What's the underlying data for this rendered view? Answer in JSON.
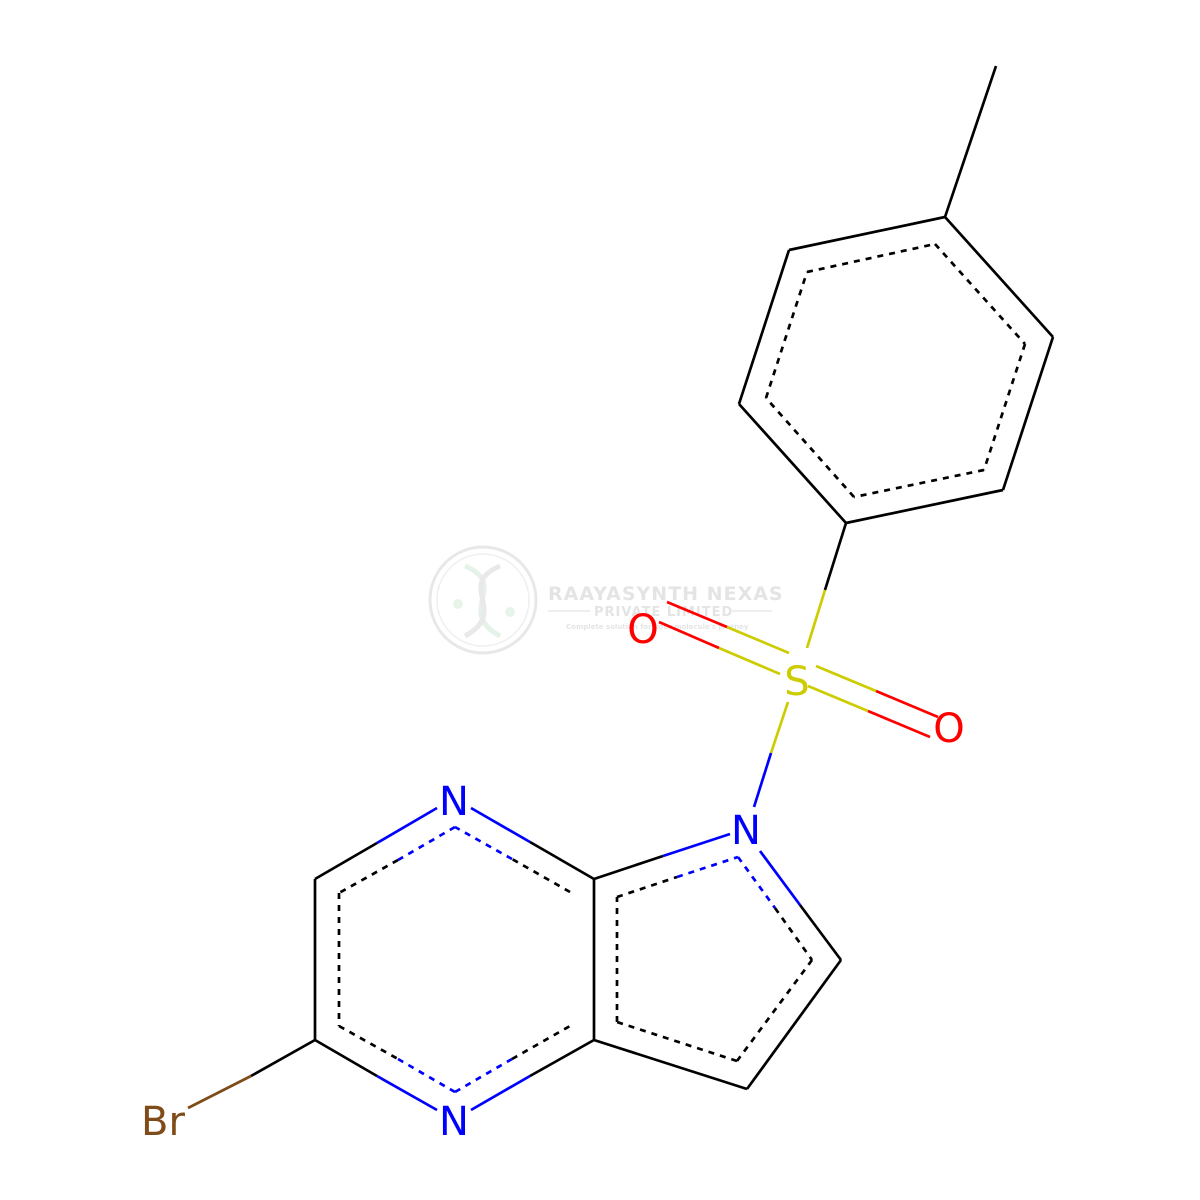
{
  "molecule": {
    "atoms": {
      "N4": "N",
      "N1": "N",
      "N5": "N",
      "S": "S",
      "O1": "O",
      "O2": "O",
      "Br": "Br"
    }
  },
  "watermark": {
    "company": "RAAYASYNTH NEXAS",
    "subtitle": "PRIVATE LIMITED",
    "tagline": "Complete solution for your molecule's journey",
    "logo_icon": "dna-helix-icon"
  },
  "colors": {
    "carbon": "#000000",
    "nitrogen": "#0000FF",
    "oxygen": "#FF0000",
    "sulfur": "#CCCC00",
    "bromine": "#7F4C19",
    "watermark": "#CFCFCF"
  }
}
